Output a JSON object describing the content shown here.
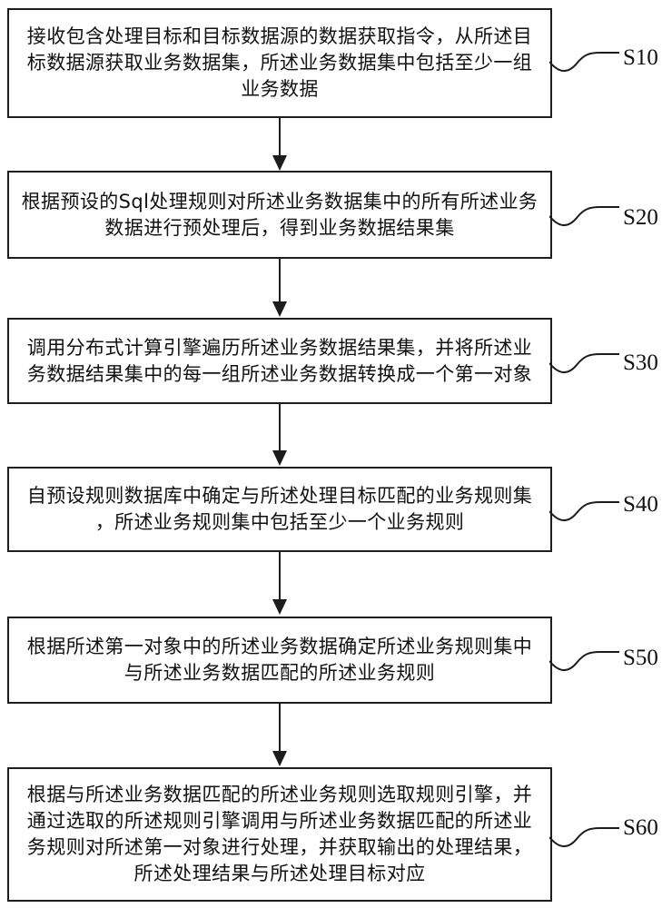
{
  "colors": {
    "background": "#ffffff",
    "stroke": "#1c1c1c",
    "text": "#111111"
  },
  "diagram_type": "flowchart",
  "steps": [
    {
      "label": "S10",
      "text": "接收包含处理目标和目标数据源的数据获取指令，从所述目标数据源获取业务数据集，所述业务数据集中包括至少一组业务数据",
      "lines": [
        "接收包含处理目标和目标数据源的数据获取指令，从所述目",
        "标数据源获取业务数据集，所述业务数据集中包括至少一组",
        "业务数据"
      ]
    },
    {
      "label": "S20",
      "text": "根据预设的Sql处理规则对所述业务数据集中的所有所述业务数据进行预处理后，得到业务数据结果集",
      "lines": [
        "根据预设的Sql处理规则对所述业务数据集中的所有所述业务",
        "数据进行预处理后，得到业务数据结果集"
      ]
    },
    {
      "label": "S30",
      "text": "调用分布式计算引擎遍历所述业务数据结果集，并将所述业务数据结果集中的每一组所述业务数据转换成一个第一对象",
      "lines": [
        "调用分布式计算引擎遍历所述业务数据结果集，并将所述业",
        "务数据结果集中的每一组所述业务数据转换成一个第一对象"
      ]
    },
    {
      "label": "S40",
      "text": "自预设规则数据库中确定与所述处理目标匹配的业务规则集，所述业务规则集中包括至少一个业务规则",
      "lines": [
        "自预设规则数据库中确定与所述处理目标匹配的业务规则集",
        "，所述业务规则集中包括至少一个业务规则"
      ]
    },
    {
      "label": "S50",
      "text": "根据所述第一对象中的所述业务数据确定所述业务规则集中与所述业务数据匹配的所述业务规则",
      "lines": [
        "根据所述第一对象中的所述业务数据确定所述业务规则集中",
        "与所述业务数据匹配的所述业务规则"
      ]
    },
    {
      "label": "S60",
      "text": "根据与所述业务数据匹配的所述业务规则选取规则引擎，并通过选取的所述规则引擎调用与所述业务数据匹配的所述业务规则对所述第一对象进行处理，并获取输出的处理结果，所述处理结果与所述处理目标对应",
      "lines": [
        "根据与所述业务数据匹配的所述业务规则选取规则引擎，并",
        "通过选取的所述规则引擎调用与所述业务数据匹配的所述业",
        "务规则对所述第一对象进行处理，并获取输出的处理结果，",
        "所述处理结果与所述处理目标对应"
      ]
    }
  ]
}
